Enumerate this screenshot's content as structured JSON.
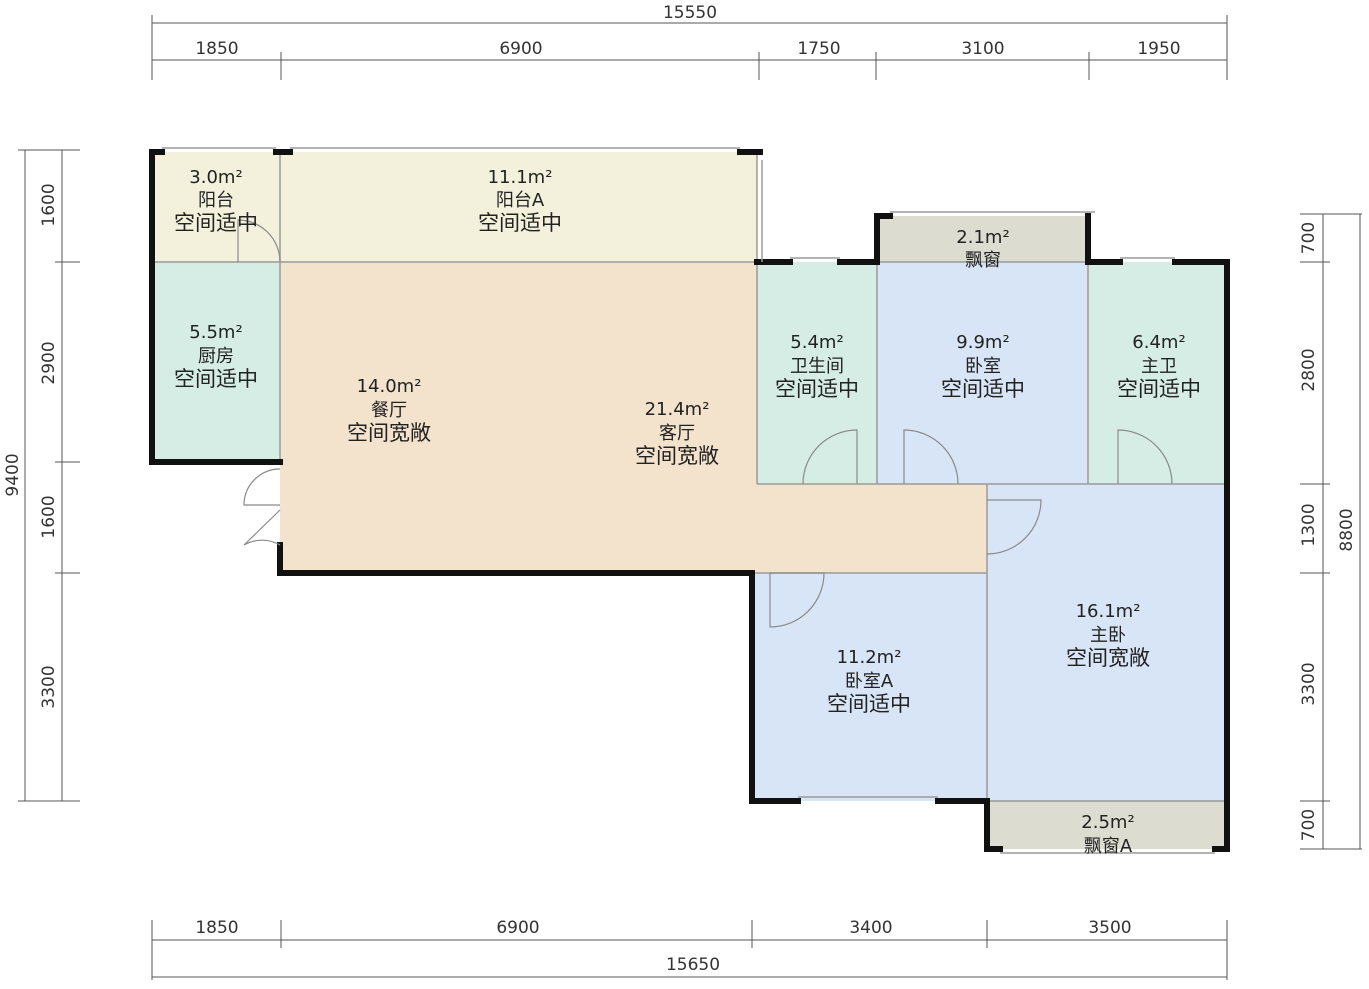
{
  "top_dims": {
    "total": "15550",
    "segments": [
      "1850",
      "6900",
      "1750",
      "3100",
      "1950"
    ]
  },
  "bottom_dims": {
    "total": "15650",
    "segments": [
      "1850",
      "6900",
      "3400",
      "3500"
    ]
  },
  "left_dims": {
    "total": "9400",
    "segments": [
      "1600",
      "2900",
      "1600",
      "3300"
    ]
  },
  "right_dims": {
    "total": "8800",
    "segments": [
      "700",
      "2800",
      "1300",
      "3300",
      "700"
    ]
  },
  "rooms": {
    "balcony": {
      "area": "3.0m²",
      "name": "阳台",
      "tag": "空间适中"
    },
    "balcony_a": {
      "area": "11.1m²",
      "name": "阳台A",
      "tag": "空间适中"
    },
    "kitchen": {
      "area": "5.5m²",
      "name": "厨房",
      "tag": "空间适中"
    },
    "dining": {
      "area": "14.0m²",
      "name": "餐厅",
      "tag": "空间宽敞"
    },
    "living": {
      "area": "21.4m²",
      "name": "客厅",
      "tag": "空间宽敞"
    },
    "bathroom": {
      "area": "5.4m²",
      "name": "卫生间",
      "tag": "空间适中"
    },
    "bay_window": {
      "area": "2.1m²",
      "name": "飘窗"
    },
    "bedroom": {
      "area": "9.9m²",
      "name": "卧室",
      "tag": "空间适中"
    },
    "master_bath": {
      "area": "6.4m²",
      "name": "主卫",
      "tag": "空间适中"
    },
    "bedroom_a": {
      "area": "11.2m²",
      "name": "卧室A",
      "tag": "空间适中"
    },
    "master_bedroom": {
      "area": "16.1m²",
      "name": "主卧",
      "tag": "空间宽敞"
    },
    "bay_window_a": {
      "area": "2.5m²",
      "name": "飘窗A"
    }
  },
  "colors": {
    "balcony": "#f3f1dc",
    "wet": "#d6ede5",
    "living": "#f3e2cc",
    "bedroom": "#d8e5f7",
    "bay": "#dcdcd0"
  }
}
